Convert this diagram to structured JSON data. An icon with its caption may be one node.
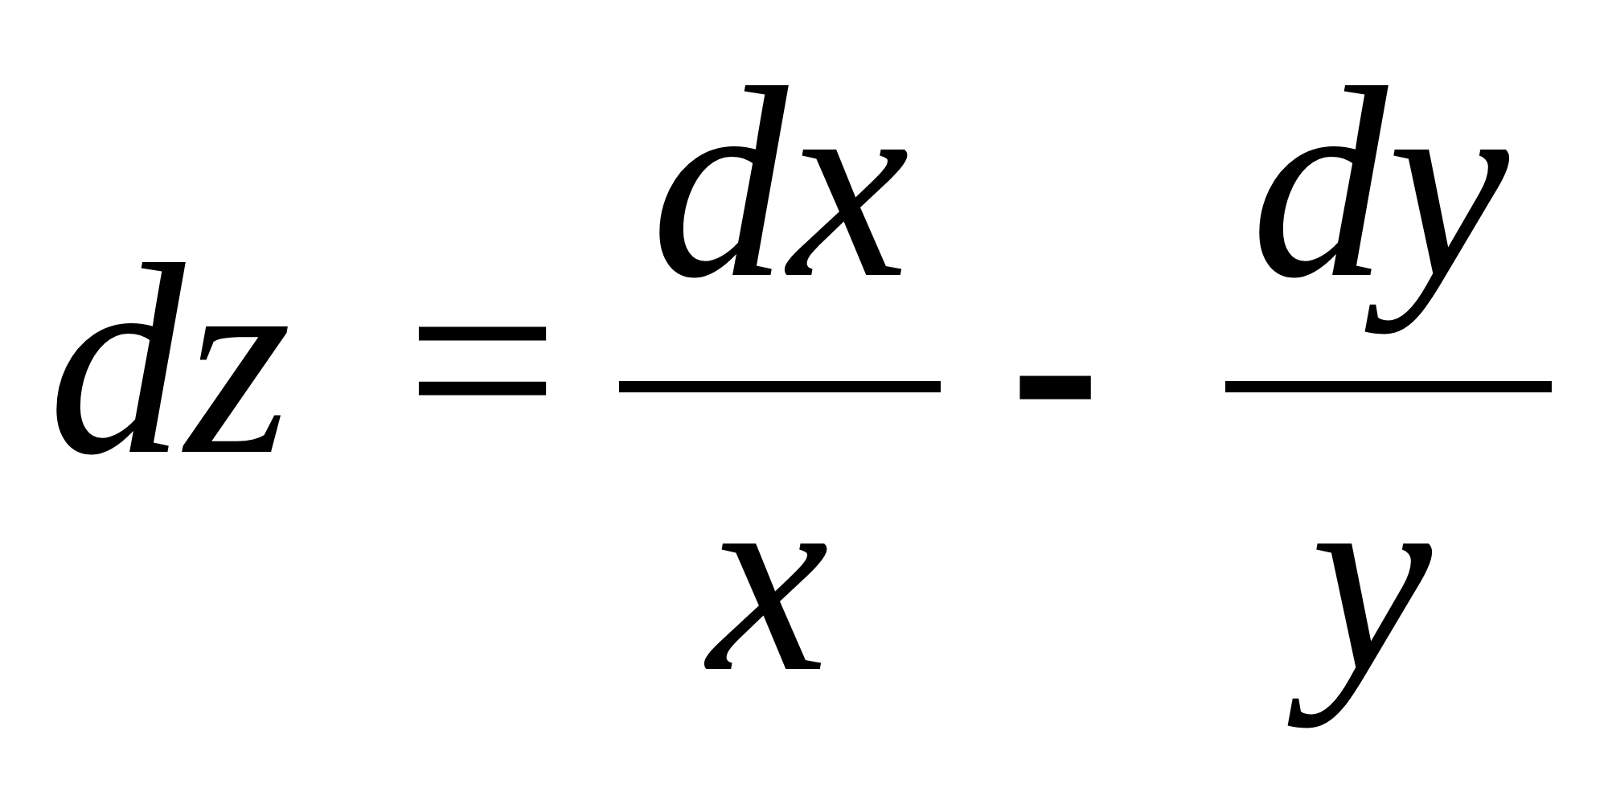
{
  "diagram": {
    "labels": [
      "dz",
      "=",
      "dx",
      "x",
      "-",
      "dy",
      "y"
    ]
  }
}
